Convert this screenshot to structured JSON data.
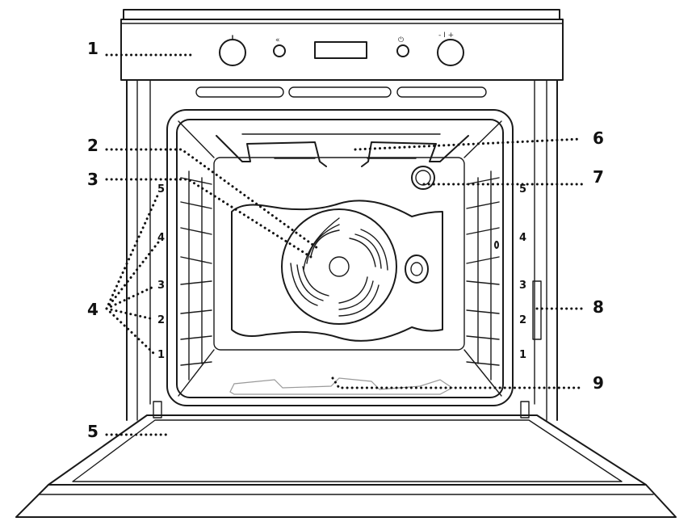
{
  "callouts": {
    "c1": "1",
    "c2": "2",
    "c3": "3",
    "c4": "4",
    "c5": "5",
    "c6": "6",
    "c7": "7",
    "c8": "8",
    "c9": "9"
  },
  "shelf_levels": {
    "left": [
      "5",
      "4",
      "3",
      "2",
      "1"
    ],
    "right": [
      "5",
      "4",
      "3",
      "2",
      "1"
    ]
  },
  "control_symbols": {
    "left_knob": "|",
    "fan": "«",
    "timer": "⏻",
    "right_knob": "- I +"
  }
}
